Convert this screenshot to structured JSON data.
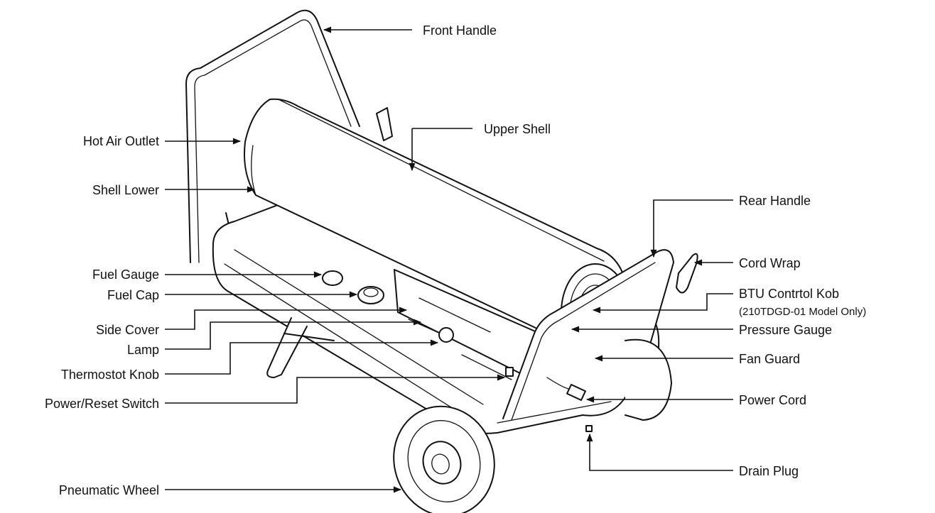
{
  "labels": {
    "front_handle": "Front Handle",
    "upper_shell": "Upper Shell",
    "hot_air_outlet": "Hot Air Outlet",
    "shell_lower": "Shell Lower",
    "rear_handle": "Rear Handle",
    "fuel_gauge": "Fuel Gauge",
    "cord_wrap": "Cord Wrap",
    "fuel_cap": "Fuel Cap",
    "btu_control_knob": "BTU Contrtol Kob",
    "btu_note": "(210TDGD-01 Model Only)",
    "side_cover": "Side Cover",
    "pressure_gauge": "Pressure Gauge",
    "lamp": "Lamp",
    "fan_guard": "Fan Guard",
    "thermostat_knob": "Thermostot Knob",
    "power_reset_switch": "Power/Reset Switch",
    "power_cord": "Power Cord",
    "pneumatic_wheel": "Pneumatic Wheel",
    "drain_plug": "Drain Plug"
  }
}
